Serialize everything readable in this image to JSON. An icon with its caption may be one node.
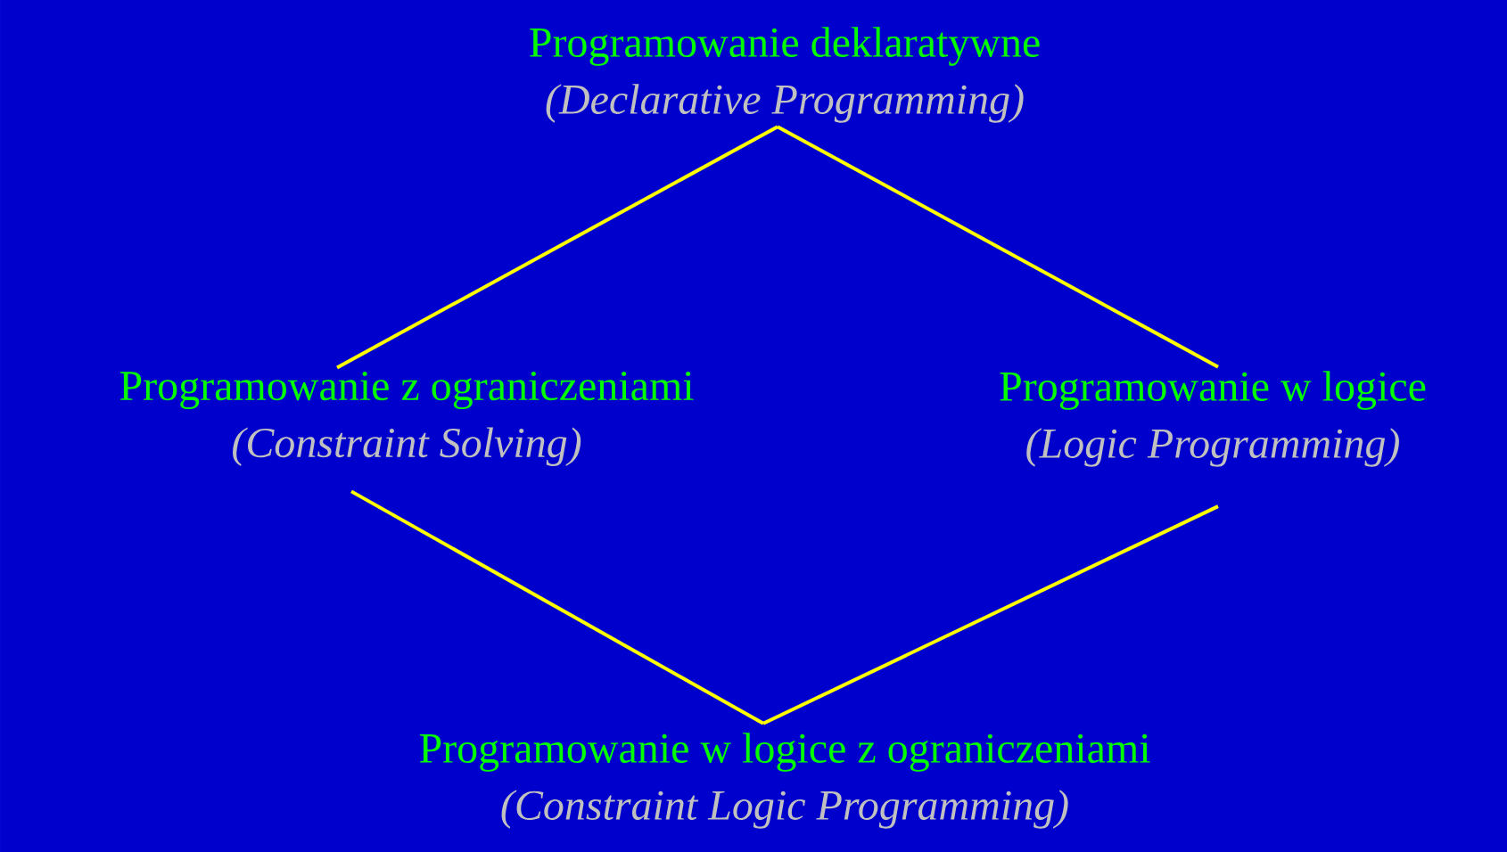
{
  "diagram": {
    "nodes": [
      {
        "text": [
          "Programowanie deklaratywne",
          "(Declarative Programming)"
        ]
      },
      {
        "text": [
          "Programowanie z ograniczeniami",
          "(Constraint Solving)"
        ]
      },
      {
        "text": [
          "Programowanie w logice",
          "(Logic Programming)"
        ]
      },
      {
        "text": [
          "Programowanie w logice z ograniczeniami",
          "(Constraint Logic Programming)"
        ]
      }
    ],
    "edges": [
      {
        "from": 0,
        "to": 1,
        "arrow": "none"
      },
      {
        "from": 0,
        "to": 2,
        "arrow": "none"
      },
      {
        "from": 1,
        "to": 3,
        "arrow": "none"
      },
      {
        "from": 2,
        "to": 3,
        "arrow": "none"
      }
    ]
  }
}
